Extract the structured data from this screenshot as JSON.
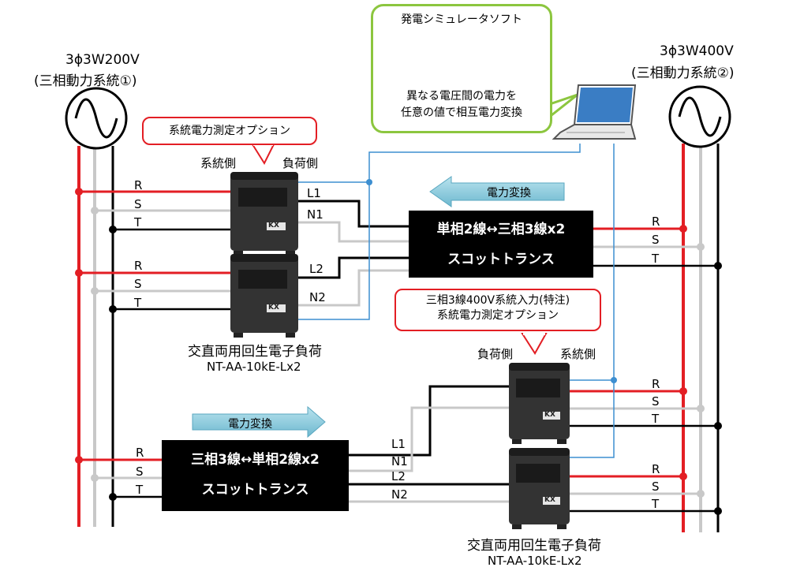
{
  "systems": {
    "left_line1": "3ϕ3W200V",
    "left_line2": "(三相動力系統①)",
    "right_line1": "3ϕ3W400V",
    "right_line2": "(三相動力系統②)"
  },
  "software": {
    "title": "発電シミュレータソフト",
    "desc_line1": "異なる電圧間の電力を",
    "desc_line2": "任意の値で相互電力変換"
  },
  "callout_top": "系統電力測定オプション",
  "callout_bottom": {
    "line1": "三相3線400V系統入力(特注)",
    "line2": "系統電力測定オプション"
  },
  "side_labels": {
    "grid_side": "系統側",
    "load_side": "負荷側"
  },
  "phases": [
    "R",
    "S",
    "T"
  ],
  "lines": [
    "L1",
    "N1",
    "L2",
    "N2"
  ],
  "power_conversion": "電力変換",
  "transformers": {
    "top_line1": "単相2線↔三相3線x2",
    "top_line2": "スコットトランス",
    "bottom_line1": "三相3線↔単相2線x2",
    "bottom_line2": "スコットトランス"
  },
  "load_unit": {
    "name": "交直両用回生電子負荷",
    "model": "NT-AA-10kE-Lx2",
    "badge": "KX"
  },
  "colors": {
    "R": "#e31e24",
    "S": "#c8c8c8",
    "T": "#000000",
    "signal": "#3d8fd1",
    "callout_border": "#e31e24",
    "software_border": "#8cc63f",
    "arrow_fill": "#7fc4d8"
  }
}
